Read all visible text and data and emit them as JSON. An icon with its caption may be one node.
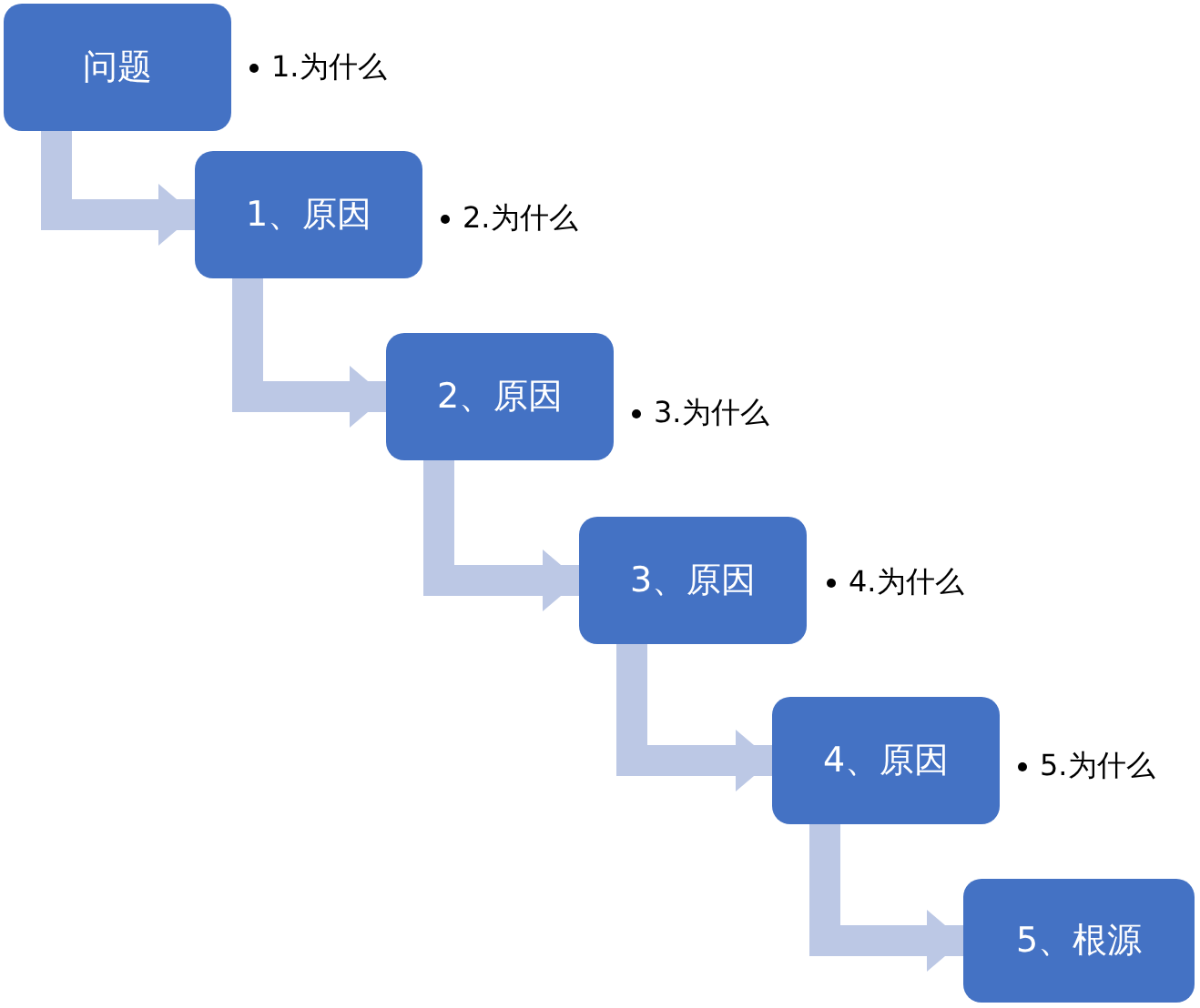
{
  "diagram": {
    "nodes": [
      {
        "text": [
          "问题"
        ],
        "beside": [
          "1.为什么"
        ]
      },
      {
        "text": [
          "1、原因"
        ],
        "beside": [
          "2.为什么"
        ]
      },
      {
        "text": [
          "2、原因"
        ],
        "beside": [
          "3.为什么"
        ]
      },
      {
        "text": [
          "3、原因"
        ],
        "beside": [
          "4.为什么"
        ]
      },
      {
        "text": [
          "4、原因"
        ],
        "beside": [
          "5.为什么"
        ]
      },
      {
        "text": [
          "5、根源"
        ]
      }
    ],
    "edges": [
      {
        "from": 0,
        "to": 1,
        "arrow": "to"
      },
      {
        "from": 1,
        "to": 2,
        "arrow": "to"
      },
      {
        "from": 2,
        "to": 3,
        "arrow": "to"
      },
      {
        "from": 3,
        "to": 4,
        "arrow": "to"
      },
      {
        "from": 4,
        "to": 5,
        "arrow": "to"
      }
    ]
  }
}
